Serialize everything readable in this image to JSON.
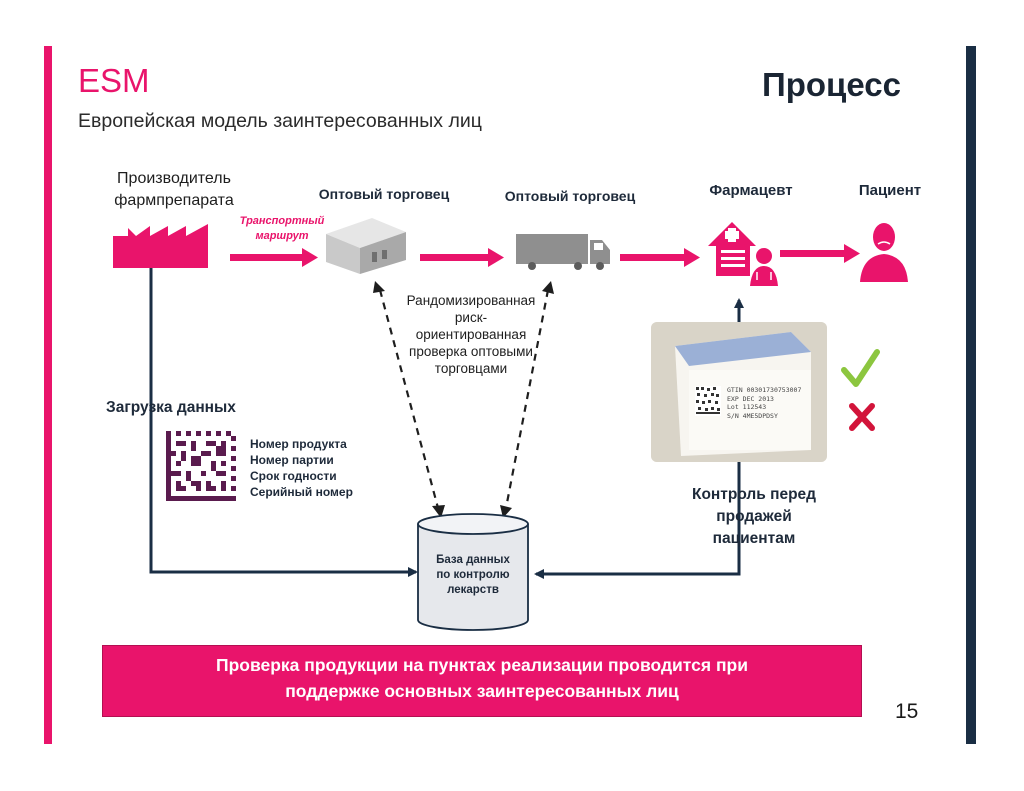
{
  "header": {
    "brand": "ESM",
    "subtitle": "Европейская модель заинтересованных лиц",
    "section_title": "Процесс"
  },
  "actors": {
    "manufacturer_line1": "Производитель",
    "manufacturer_line2": "фармпрепарата",
    "wholesaler_1": "Оптовый торговец",
    "wholesaler_2": "Оптовый торговец",
    "pharmacist": "Фармацевт",
    "patient": "Пациент"
  },
  "transport_route": {
    "line1": "Транспортный",
    "line2": "маршрут"
  },
  "random_check": {
    "line1": "Рандомизированная",
    "line2": "риск-",
    "line3": "ориентированная",
    "line4": "проверка оптовыми",
    "line5": "торговцами"
  },
  "data_upload": {
    "title": "Загрузка данных",
    "fields": [
      "Номер продукта",
      "Номер партии",
      "Срок годности",
      "Серийный номер"
    ]
  },
  "database": {
    "line1": "База данных",
    "line2": "по контролю",
    "line3": "лекарств"
  },
  "pre_sale_control": {
    "line1": "Контроль перед",
    "line2": "продажей",
    "line3": "пациентам"
  },
  "package_label": {
    "line1": "GTIN 00301730753007",
    "line2": "EXP DEC 2013",
    "line3": "Lot 112543",
    "line4": "S/N 4ME5DPDSY"
  },
  "banner": {
    "line1": "Проверка продукции на пунктах реализации проводится при",
    "line2": "поддержке основных заинтересованных лиц"
  },
  "page_number": "15",
  "colors": {
    "accent": "#e9146b",
    "navy": "#1a2e44",
    "text_dark": "#1e2a3a",
    "check_green": "#8cc63f",
    "cross_red": "#d2143a"
  },
  "icons": [
    "factory-icon",
    "warehouse-icon",
    "truck-icon",
    "pharmacy-icon",
    "pharmacist-icon",
    "patient-icon",
    "datamatrix-icon",
    "checkmark-icon",
    "cross-icon"
  ]
}
